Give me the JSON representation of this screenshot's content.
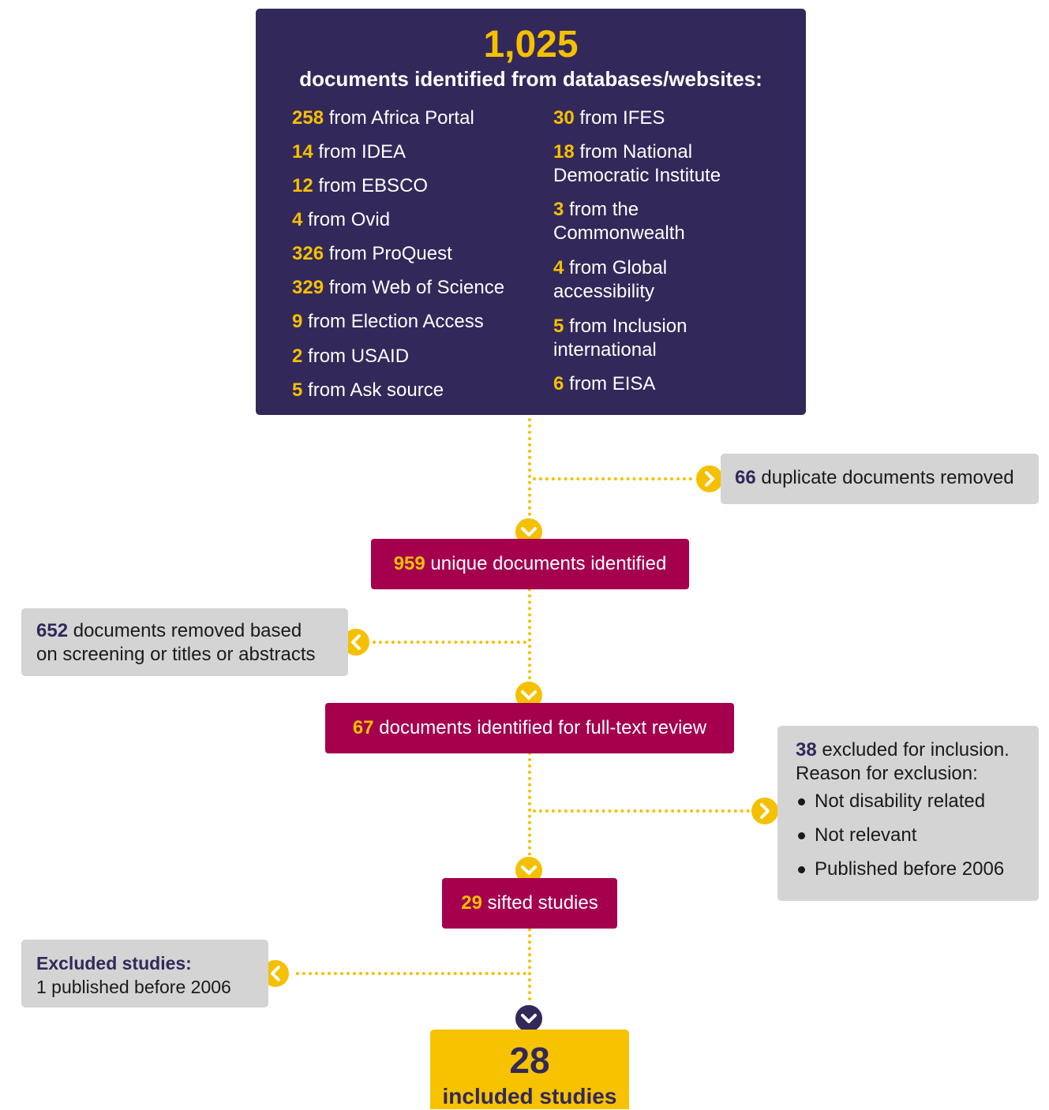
{
  "top": {
    "total": "1,025",
    "heading": "documents identified from databases/websites:",
    "left_sources": [
      {
        "count": "258",
        "text": "from Africa Portal"
      },
      {
        "count": "14",
        "text": "from IDEA"
      },
      {
        "count": "12",
        "text": "from EBSCO"
      },
      {
        "count": "4",
        "text": "from Ovid"
      },
      {
        "count": "326",
        "text": "from ProQuest"
      },
      {
        "count": "329",
        "text": "from Web of Science"
      },
      {
        "count": "9",
        "text": "from Election Access"
      },
      {
        "count": "2",
        "text": "from USAID"
      },
      {
        "count": "5",
        "text": "from Ask source"
      }
    ],
    "right_sources": [
      {
        "count": "30",
        "text": "from IFES",
        "text2": ""
      },
      {
        "count": "18",
        "text": "from National",
        "text2": "Democratic Institute"
      },
      {
        "count": "3",
        "text": "from the",
        "text2": "Commonwealth"
      },
      {
        "count": "4",
        "text": "from Global",
        "text2": "accessibility"
      },
      {
        "count": "5",
        "text": "from Inclusion",
        "text2": "international"
      },
      {
        "count": "6",
        "text": "from EISA",
        "text2": ""
      }
    ]
  },
  "duplicates": {
    "count": "66",
    "text": "duplicate documents removed"
  },
  "unique": {
    "count": "959",
    "text": "unique documents identified"
  },
  "screening_removed": {
    "count": "652",
    "text_line1": "documents removed based",
    "text_line2": "on screening or titles or abstracts"
  },
  "fulltext": {
    "count": "67",
    "text": "documents identified for full-text review"
  },
  "fulltext_excluded": {
    "count": "38",
    "text_line1": "excluded for inclusion.",
    "text_line2": "Reason for exclusion:",
    "reasons": [
      "Not disability related",
      "Not relevant",
      "Published before 2006"
    ]
  },
  "sifted": {
    "count": "29",
    "text": "sifted studies"
  },
  "excluded_studies": {
    "heading": "Excluded studies:",
    "text": "1 published before 2006"
  },
  "included": {
    "count": "28",
    "text": "included studies"
  },
  "colors": {
    "navy": "#33285a",
    "yellow": "#f5c000",
    "magenta": "#a4004e",
    "grey": "#d4d4d4"
  }
}
